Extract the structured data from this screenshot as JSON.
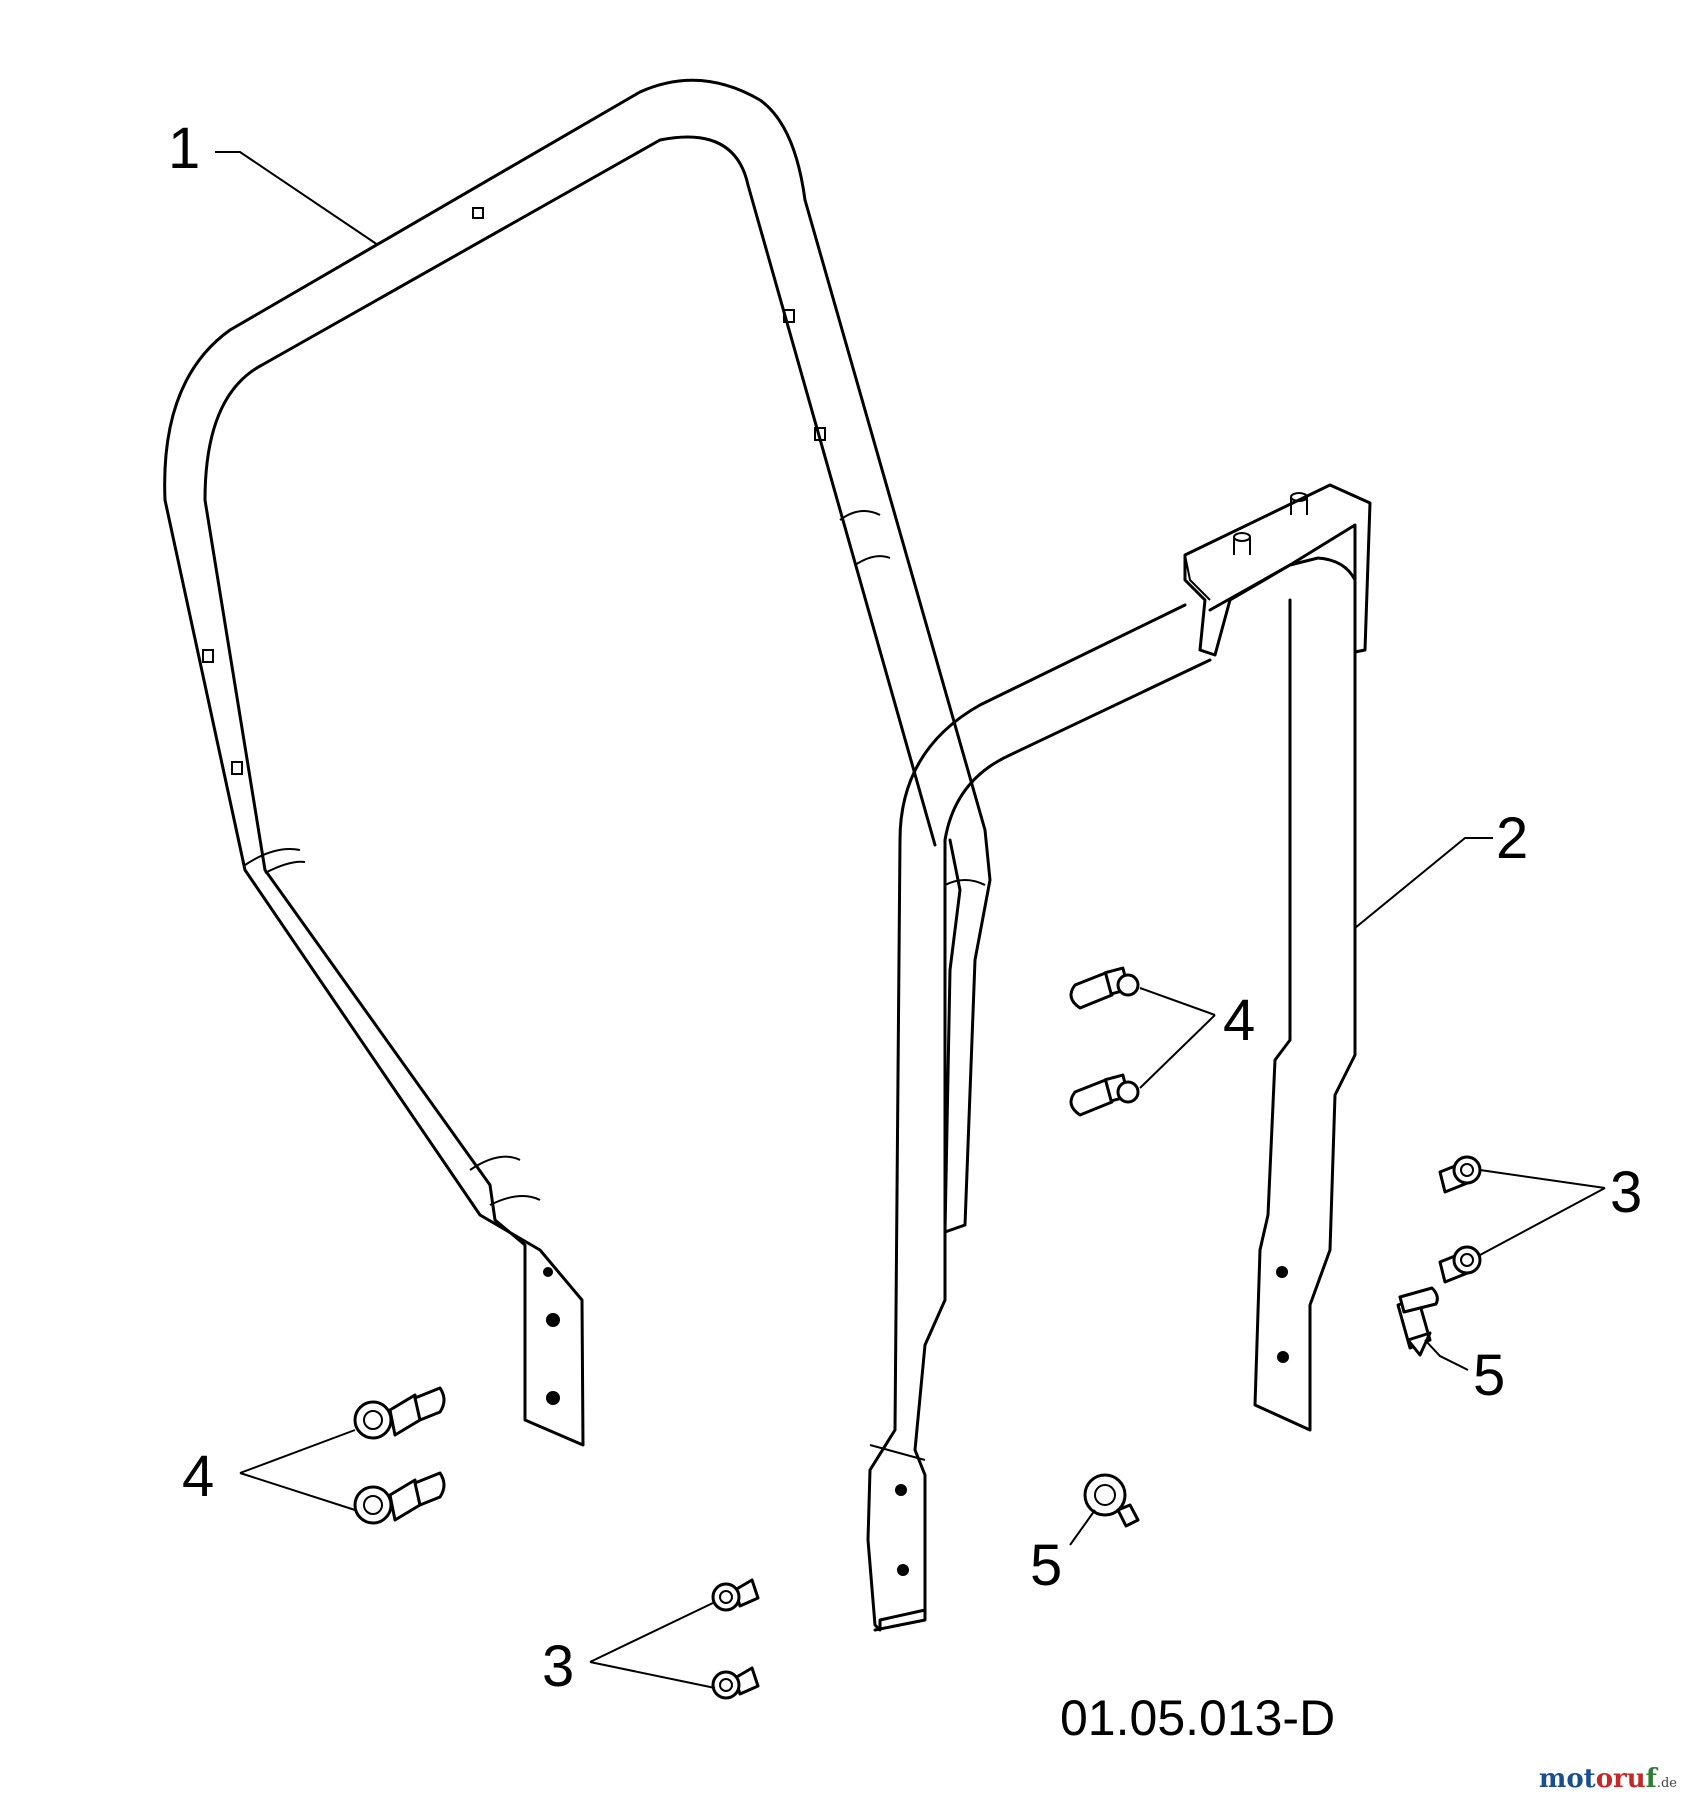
{
  "diagram": {
    "callouts": [
      {
        "id": "callout-1",
        "label": "1"
      },
      {
        "id": "callout-2",
        "label": "2"
      },
      {
        "id": "callout-3-right",
        "label": "3"
      },
      {
        "id": "callout-3-bottom",
        "label": "3"
      },
      {
        "id": "callout-4-center",
        "label": "4"
      },
      {
        "id": "callout-4-left",
        "label": "4"
      },
      {
        "id": "callout-5-right",
        "label": "5"
      },
      {
        "id": "callout-5-bottom",
        "label": "5"
      }
    ],
    "drawing_id": "01.05.013-D",
    "watermark": {
      "text_a": "mot",
      "text_b": "oru",
      "text_c": "f",
      "suffix": ".de"
    }
  }
}
